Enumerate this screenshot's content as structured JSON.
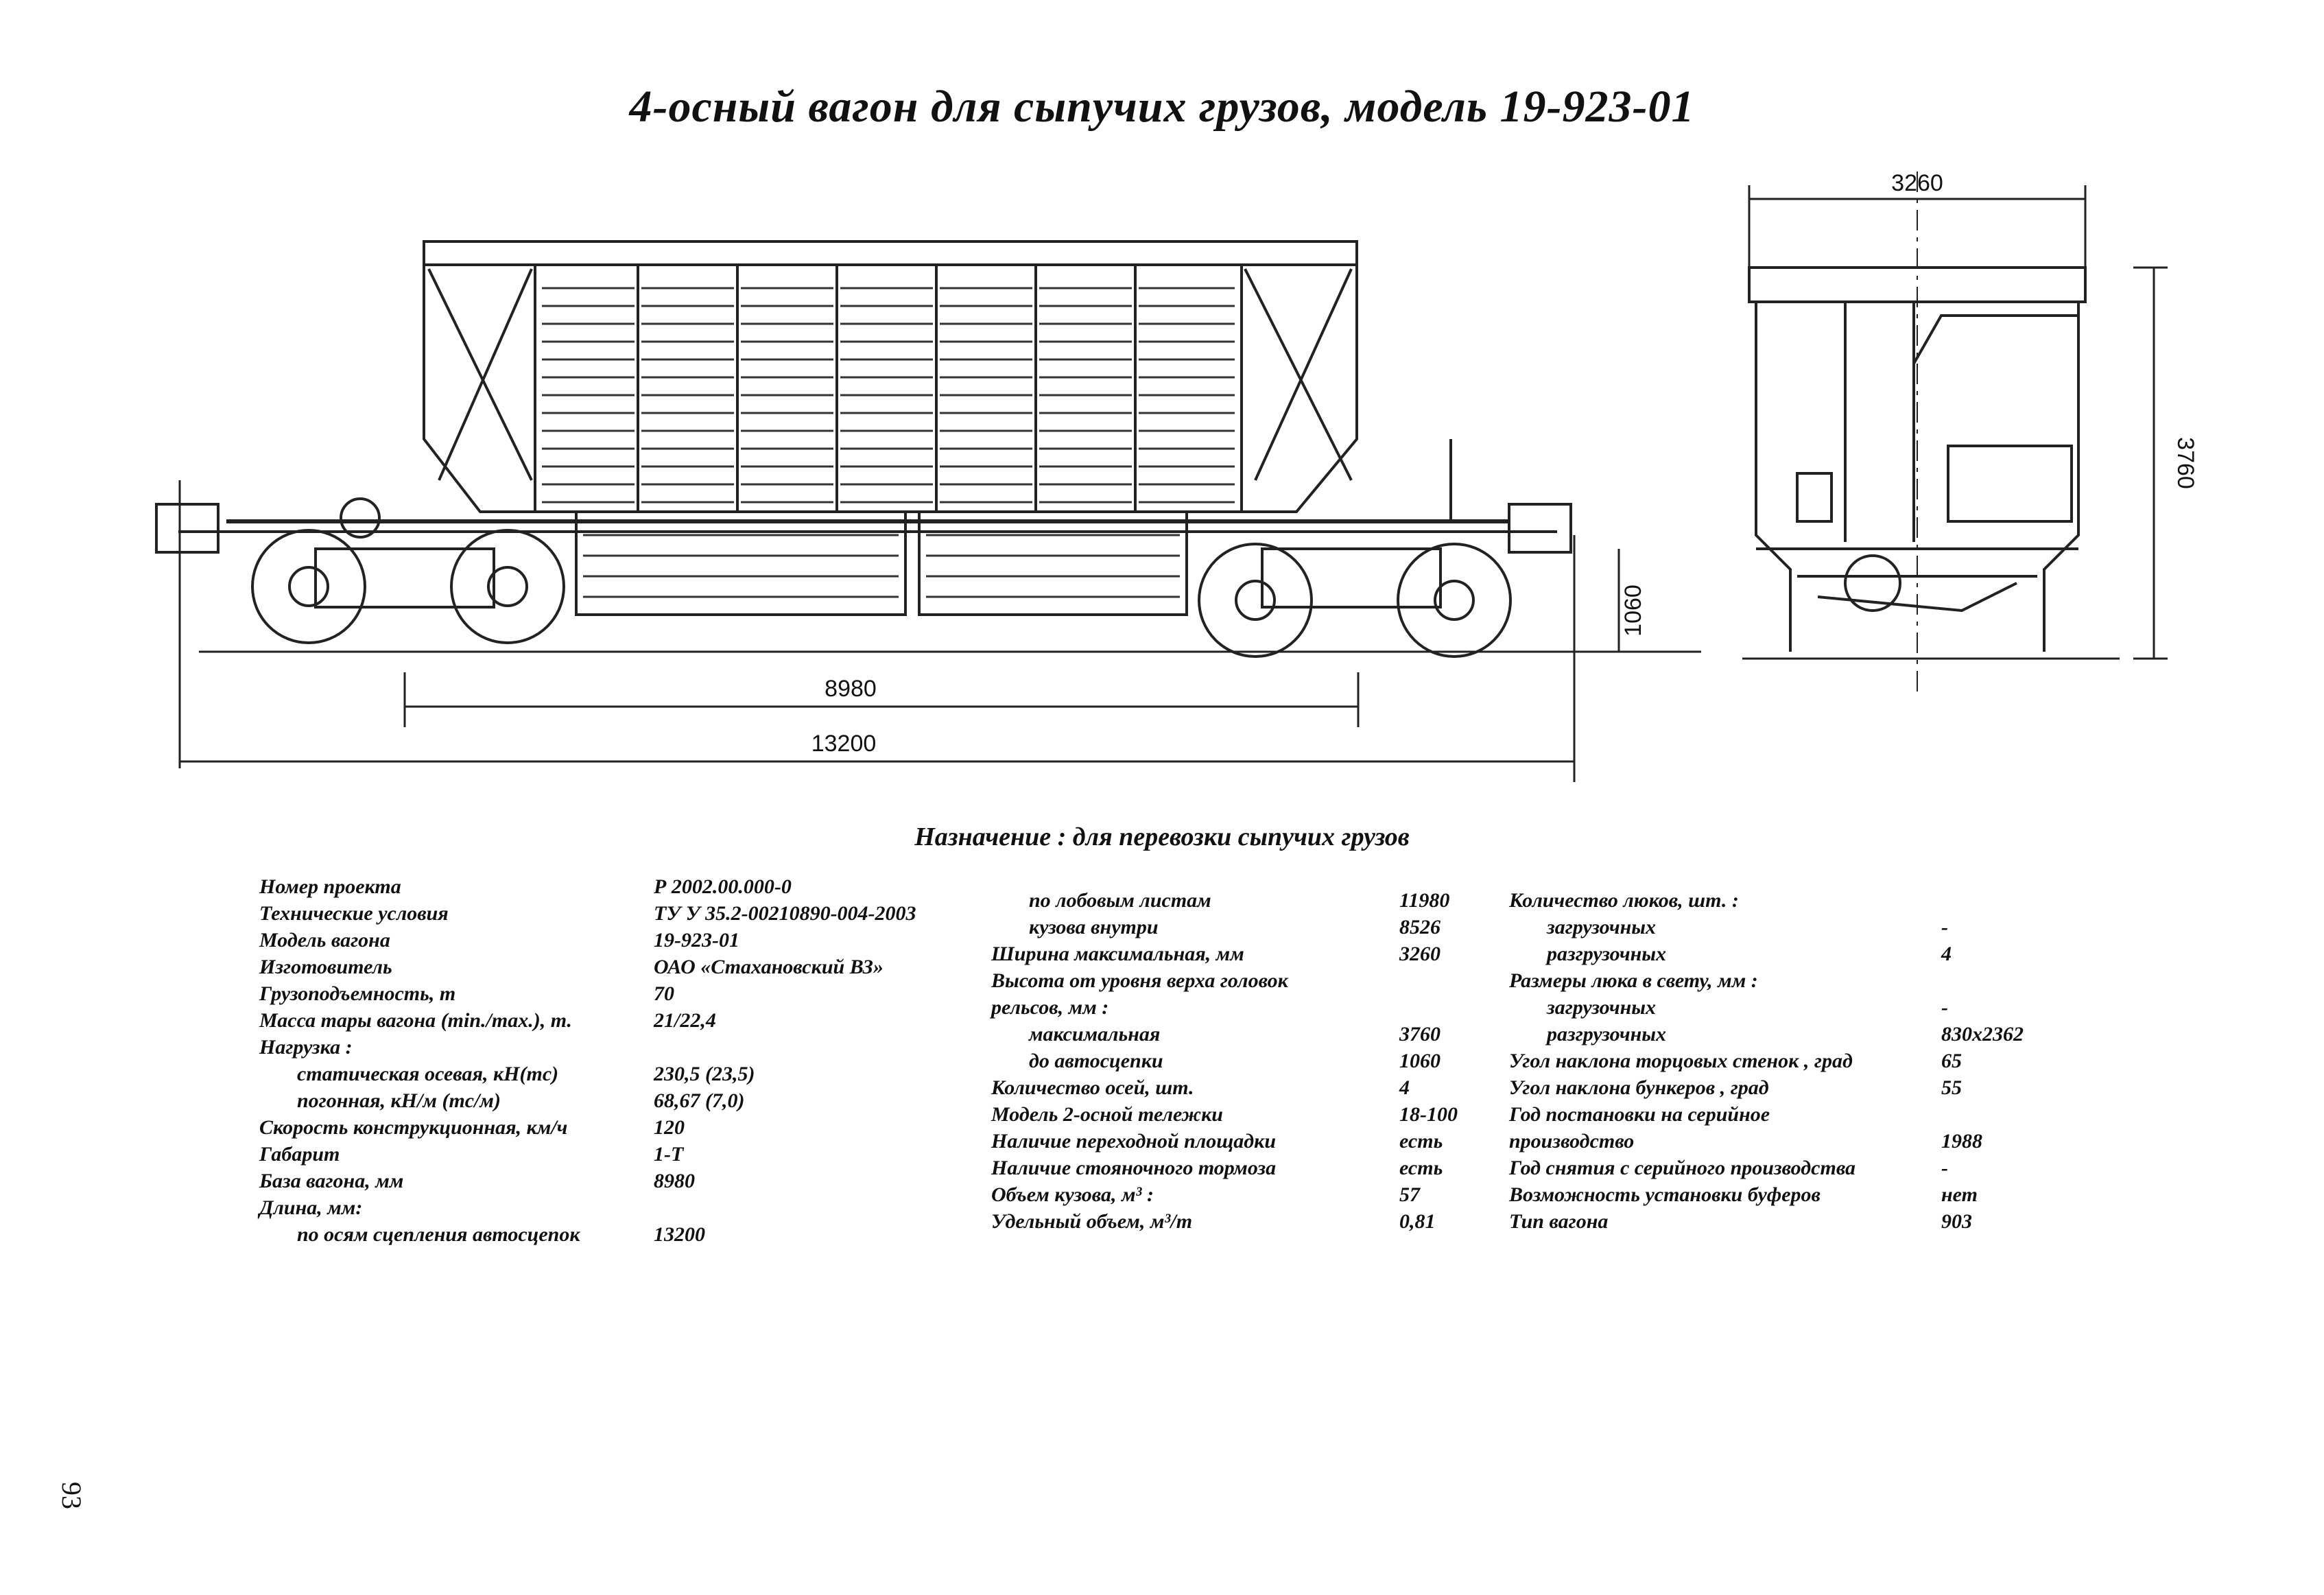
{
  "title": "4-осный вагон для сыпучих грузов, модель 19-923-01",
  "purpose": "Назначение : для перевозки сыпучих грузов",
  "page_number": "93",
  "dimensions": {
    "side_base": "8980",
    "side_length": "13200",
    "side_height": "1060",
    "end_width": "3260",
    "end_height": "3760"
  },
  "spec_col1": [
    {
      "label": "Номер проекта",
      "value": "Р 2002.00.000-0"
    },
    {
      "label": "Технические условия",
      "value": "ТУ У 35.2-00210890-004-2003"
    },
    {
      "label": "Модель вагона",
      "value": "19-923-01"
    },
    {
      "label": "Изготовитель",
      "value": "ОАО «Стахановский ВЗ»"
    },
    {
      "label": "Грузоподъемность, т",
      "value": "70"
    },
    {
      "label": "Масса тары вагона (min./max.), т.",
      "value": "21/22,4"
    },
    {
      "label": "Нагрузка :",
      "value": ""
    },
    {
      "label": "статическая осевая, кН(тс)",
      "value": "230,5  (23,5)",
      "indent": true
    },
    {
      "label": "погонная, кН/м (тс/м)",
      "value": "68,67  (7,0)",
      "indent": true
    },
    {
      "label": "Скорость конструкционная, км/ч",
      "value": "120"
    },
    {
      "label": "Габарит",
      "value": "1-Т"
    },
    {
      "label": "База вагона, мм",
      "value": "8980"
    },
    {
      "label": "Длина, мм:",
      "value": ""
    },
    {
      "label": "по осям сцепления автосцепок",
      "value": "13200",
      "indent": true
    }
  ],
  "spec_col2": [
    {
      "label": "по лобовым листам",
      "value": "11980",
      "indent": true
    },
    {
      "label": "кузова внутри",
      "value": "8526",
      "indent": true
    },
    {
      "label": "Ширина максимальная, мм",
      "value": "3260"
    },
    {
      "label": "Высота от уровня верха головок",
      "value": ""
    },
    {
      "label": "рельсов, мм :",
      "value": ""
    },
    {
      "label": "максимальная",
      "value": "3760",
      "indent": true
    },
    {
      "label": "до автосцепки",
      "value": "1060",
      "indent": true
    },
    {
      "label": "Количество осей, шт.",
      "value": "4"
    },
    {
      "label": "Модель 2-осной тележки",
      "value": "18-100"
    },
    {
      "label": "Наличие переходной площадки",
      "value": "есть"
    },
    {
      "label": "Наличие стояночного тормоза",
      "value": "есть"
    },
    {
      "label": "Объем кузова, м³ :",
      "value": "57"
    },
    {
      "label": "Удельный объем, м³/т",
      "value": "0,81"
    }
  ],
  "spec_col3": [
    {
      "label": "Количество люков, шт. :",
      "value": ""
    },
    {
      "label": "загрузочных",
      "value": "-",
      "indent": true
    },
    {
      "label": "разгрузочных",
      "value": "4",
      "indent": true
    },
    {
      "label": "Размеры люка в свету, мм :",
      "value": ""
    },
    {
      "label": "загрузочных",
      "value": "-",
      "indent": true
    },
    {
      "label": "разгрузочных",
      "value": "830x2362",
      "indent": true
    },
    {
      "label": "Угол наклона торцовых стенок , град",
      "value": "65"
    },
    {
      "label": "Угол наклона бункеров , град",
      "value": "55"
    },
    {
      "label": "Год постановки на серийное",
      "value": ""
    },
    {
      "label": "производство",
      "value": "1988"
    },
    {
      "label": "Год снятия с серийного производства",
      "value": "-"
    },
    {
      "label": "Возможность установки буферов",
      "value": "нет"
    },
    {
      "label": "Тип вагона",
      "value": "903"
    }
  ]
}
